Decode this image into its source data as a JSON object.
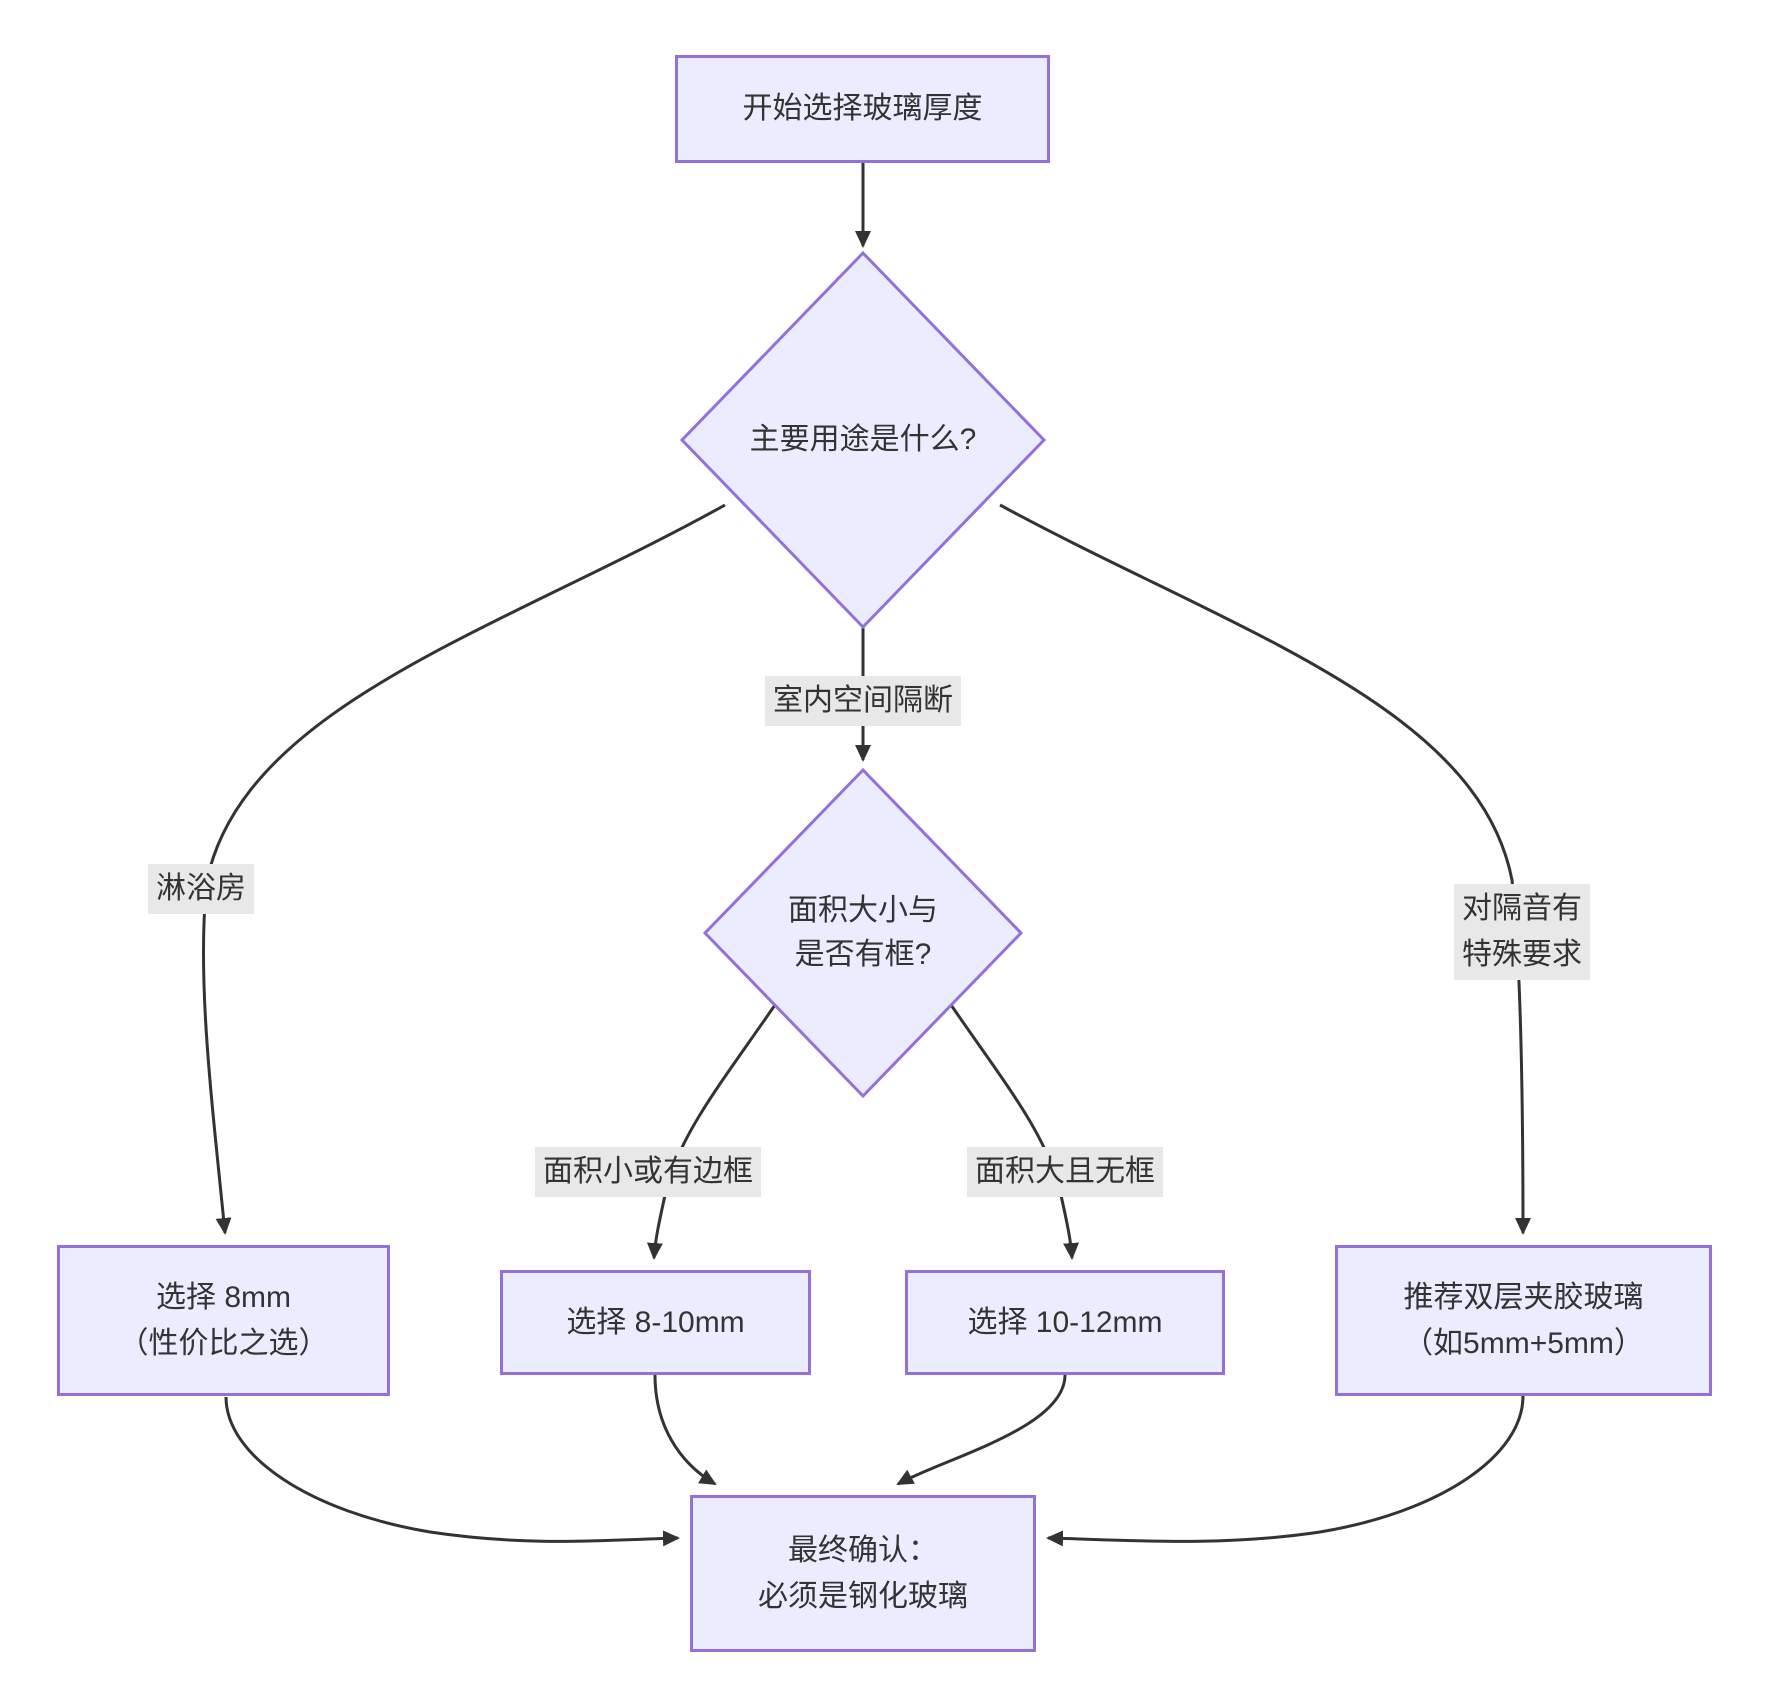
{
  "colors": {
    "node_fill": "#ECECFF",
    "node_border": "#9370DB",
    "edge_line": "#333333",
    "edge_label_bg": "#e8e8e8",
    "text": "#333333"
  },
  "nodes": {
    "start": {
      "label": "开始选择玻璃厚度"
    },
    "purpose_decision": {
      "label": "主要用途是什么?"
    },
    "size_frame_decision": {
      "line1": "面积大小与",
      "line2": "是否有框?"
    },
    "result_8mm": {
      "line1": "选择 8mm",
      "line2": "（性价比之选）"
    },
    "result_8_10mm": {
      "label": "选择 8-10mm"
    },
    "result_10_12mm": {
      "label": "选择 10-12mm"
    },
    "result_laminated": {
      "line1": "推荐双层夹胶玻璃",
      "line2": "（如5mm+5mm）"
    },
    "final_confirm": {
      "line1": "最终确认：",
      "line2": "必须是钢化玻璃"
    }
  },
  "edge_labels": {
    "shower_room": "淋浴房",
    "indoor_partition": "室内空间隔断",
    "soundproof_line1": "对隔音有",
    "soundproof_line2": "特殊要求",
    "small_or_framed": "面积小或有边框",
    "large_frameless": "面积大且无框"
  }
}
